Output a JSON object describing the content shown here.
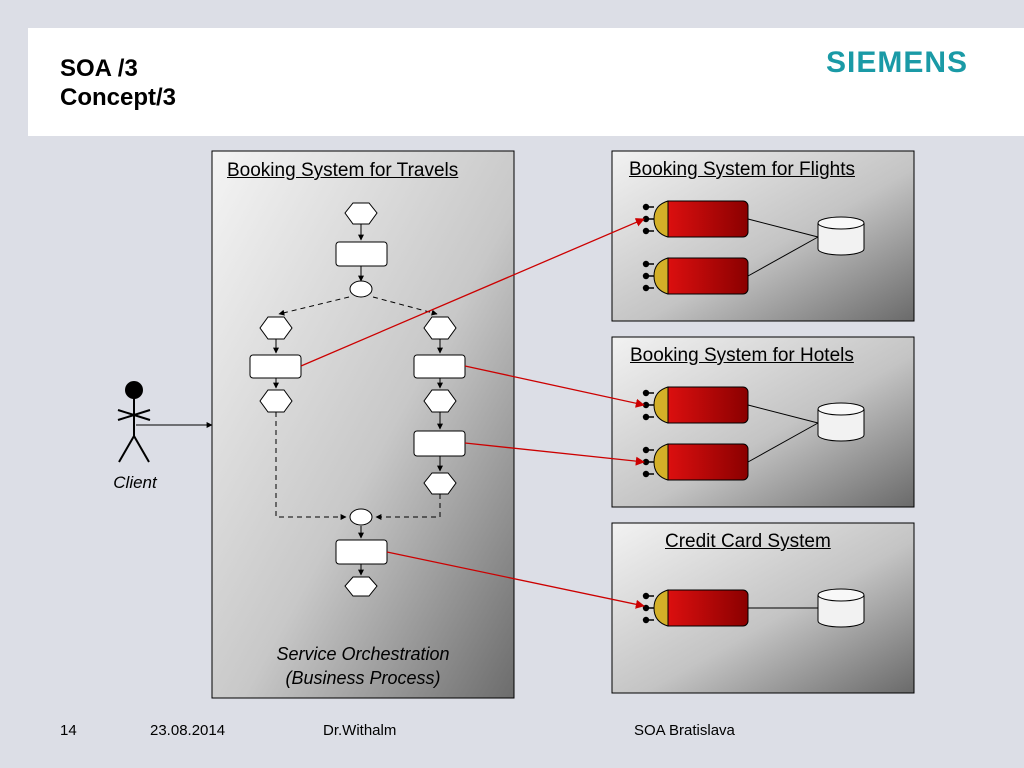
{
  "slide": {
    "title_line1": "SOA /3",
    "title_line2": "Concept/3",
    "logo": "SIEMENS"
  },
  "diagram": {
    "orchestration_box": {
      "title": "Booking System for Travels",
      "caption_line1": "Service Orchestration",
      "caption_line2": "(Business Process)"
    },
    "flights_box": {
      "title": "Booking System for Flights"
    },
    "hotels_box": {
      "title": "Booking System for Hotels"
    },
    "credit_box": {
      "title": "Credit Card System"
    },
    "actor": {
      "label": "Client"
    }
  },
  "footer": {
    "page": "14",
    "date": "23.08.2014",
    "author": "Dr.Withalm",
    "event": "SOA Bratislava"
  },
  "colors": {
    "brand": "#1a9aa6",
    "connector": "#cc0000",
    "service_body": "#c00000",
    "service_port": "#d4b028"
  }
}
